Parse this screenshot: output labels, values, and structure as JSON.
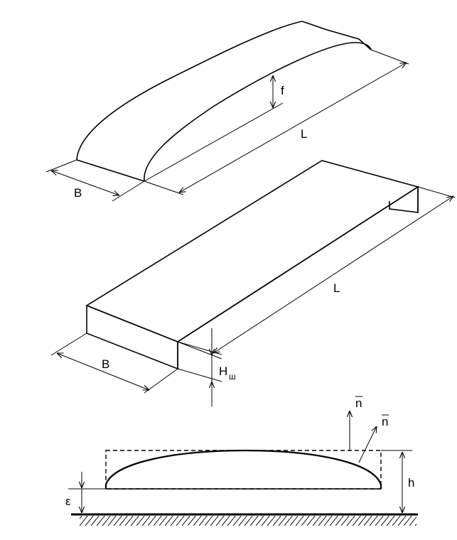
{
  "figure_top": {
    "label_B": "B",
    "label_L": "L",
    "label_f": "f"
  },
  "figure_middle": {
    "label_B": "B",
    "label_L": "L",
    "label_H": "H",
    "label_H_sub": "ш"
  },
  "figure_bottom": {
    "label_n1": "n",
    "label_n2": "n",
    "label_h": "h",
    "label_eps": "ε"
  }
}
